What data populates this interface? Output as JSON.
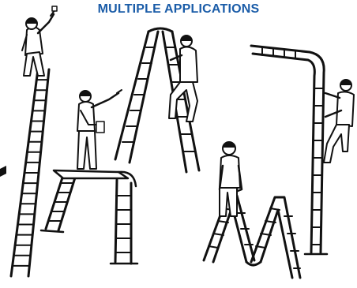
{
  "title": "MULTIPLE APPLICATIONS",
  "colors": {
    "title": "#1a5ca8",
    "ink": "#111111",
    "background": "#ffffff"
  },
  "illustrations": [
    "ladder-straight-with-painter",
    "ladder-scaffold-with-painter",
    "ladder-a-frame-with-worker",
    "ladder-zigzag-with-man",
    "ladder-wall-bridge-with-climber"
  ]
}
